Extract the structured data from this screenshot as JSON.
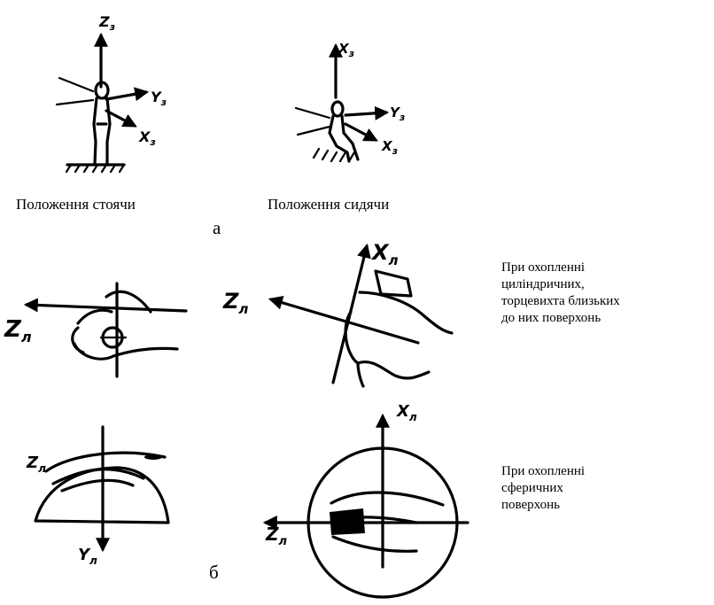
{
  "part_a": {
    "label": "а",
    "standing": {
      "caption": "Положення стоячи",
      "axes": {
        "z": "Z",
        "z_sub": "з",
        "y": "Y",
        "y_sub": "з",
        "x": "X",
        "x_sub": "з"
      }
    },
    "sitting": {
      "caption": "Положення сидячи",
      "axes": {
        "x_up": "X",
        "x_up_sub": "з",
        "y": "Y",
        "y_sub": "з",
        "x": "X",
        "x_sub": "з"
      }
    }
  },
  "part_b": {
    "label": "б",
    "grip_top_left": {
      "axes": {
        "z": "Z",
        "z_sub": "л"
      }
    },
    "grip_top_right": {
      "axes": {
        "x": "X",
        "x_sub": "л",
        "z": "Z",
        "z_sub": "л"
      }
    },
    "grip_bottom_left": {
      "axes": {
        "z": "Z",
        "z_sub": "л",
        "y": "Y",
        "y_sub": "л"
      }
    },
    "grip_bottom_right": {
      "axes": {
        "x": "X",
        "x_sub": "л",
        "z": "Z",
        "z_sub": "л"
      }
    },
    "note_cylindrical": "При охопленні циліндричних, торцевихта близьких до них поверхонь",
    "note_spherical": "При охопленні сферичних поверхонь"
  }
}
